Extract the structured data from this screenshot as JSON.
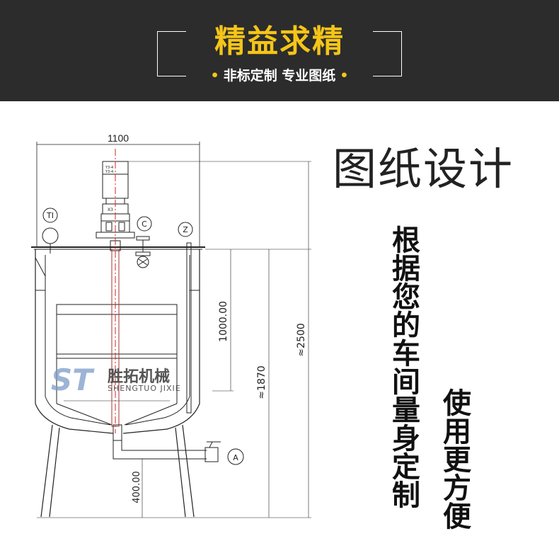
{
  "banner": {
    "title": "精益求精",
    "subtitle": "非标定制 专业图纸",
    "bullet": "•"
  },
  "heading": "图纸设计",
  "vertical_text_1": "根据您的车间量身定制",
  "vertical_text_2": "使用更方便",
  "drawing": {
    "width_dim": "1100",
    "height_total_dim": "≈2500",
    "height_body_dim": "≈1870",
    "liquid_dim": "1000.00",
    "leg_dim": "400.00",
    "motor_label_1": "Y3-4",
    "motor_label_2": "Y3-4",
    "reducer_label": "X3",
    "port_ti": "TI",
    "port_c": "C",
    "port_z": "Z",
    "port_a": "A"
  },
  "watermark": {
    "logo": "ST",
    "name_cn": "胜拓机械",
    "name_en": "SHENGTUO JIXIE"
  },
  "colors": {
    "banner_bg": "#2c2c2c",
    "title_yellow": "#f5c518",
    "centerline_red": "#d0281e",
    "line": "#222222"
  }
}
